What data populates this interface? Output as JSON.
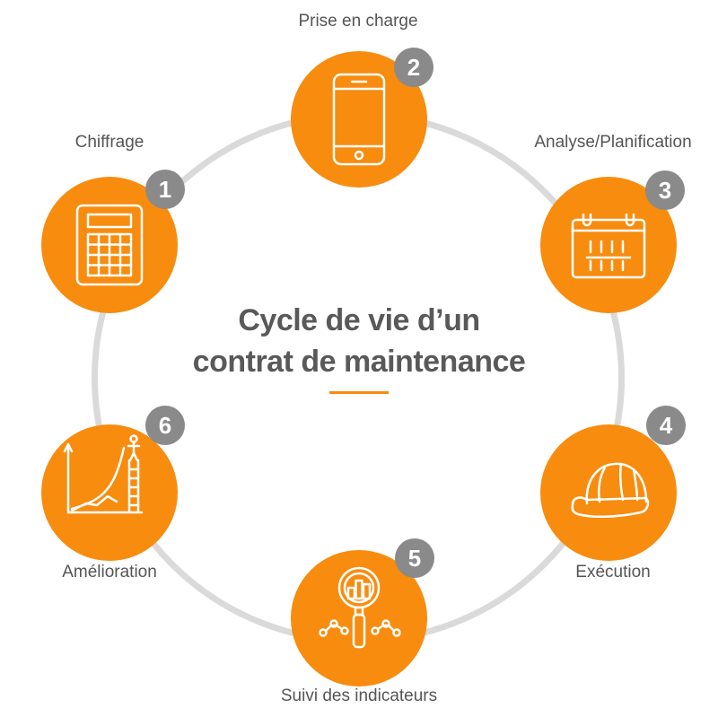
{
  "title": {
    "line1": "Cycle de vie d’un",
    "line2": "contrat de maintenance"
  },
  "colors": {
    "step_fill": "#f78c0f",
    "badge_fill": "#8a8a8a",
    "ring": "#dadada",
    "text": "#555555"
  },
  "steps": [
    {
      "number": "1",
      "label": "Chiffrage",
      "icon": "calculator-icon"
    },
    {
      "number": "2",
      "label": "Prise en charge",
      "icon": "smartphone-icon"
    },
    {
      "number": "3",
      "label": "Analyse/Planification",
      "icon": "calendar-icon"
    },
    {
      "number": "4",
      "label": "Exécution",
      "icon": "hard-hat-icon"
    },
    {
      "number": "5",
      "label": "Suivi des indicateurs",
      "icon": "magnifier-chart-icon"
    },
    {
      "number": "6",
      "label": "Amélioration",
      "icon": "growth-chart-icon"
    }
  ]
}
